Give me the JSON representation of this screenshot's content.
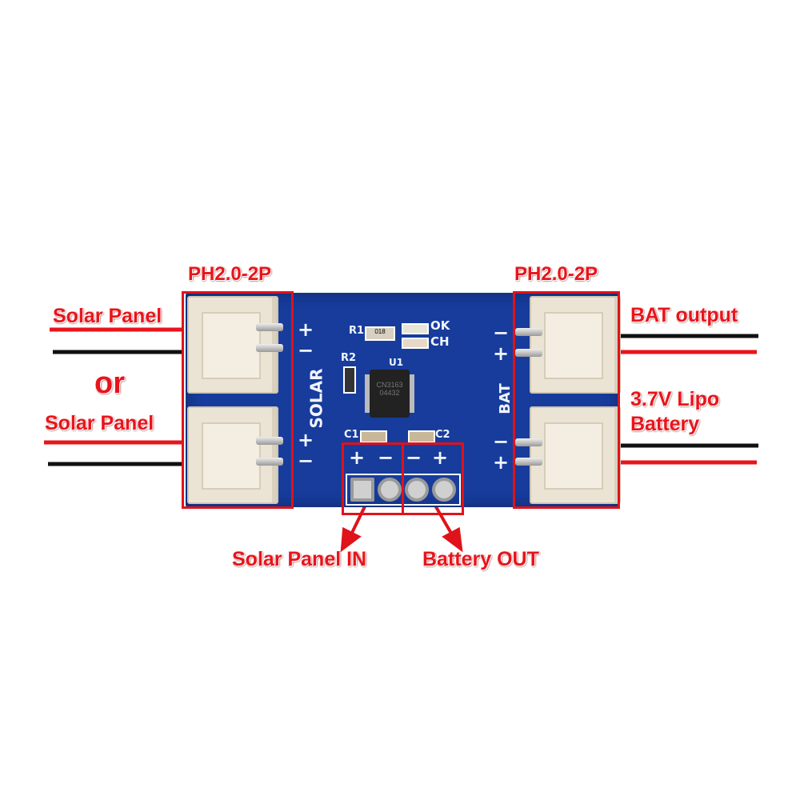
{
  "labels": {
    "connector_left": "PH2.0-2P",
    "connector_right": "PH2.0-2P",
    "solar_panel_1": "Solar Panel",
    "or": "or",
    "solar_panel_2": "Solar Panel",
    "bat_output": "BAT output",
    "lipo_line1": "3.7V Lipo",
    "lipo_line2": "Battery",
    "solar_in": "Solar Panel IN",
    "battery_out": "Battery OUT"
  },
  "silkscreen": {
    "r1": "R1",
    "r2": "R2",
    "u1": "U1",
    "c1": "C1",
    "c2": "C2",
    "ok": "OK",
    "ch": "CH",
    "solar": "SOLAR",
    "bat": "BAT",
    "plus": "+",
    "minus": "−",
    "chip_line1": "CN3163",
    "chip_line2": "04432",
    "r1_code": "018"
  },
  "colors": {
    "annotation": "#e0121a",
    "pcb": "#173c9c",
    "wire_red": "#e8141b",
    "wire_black": "#111111"
  }
}
